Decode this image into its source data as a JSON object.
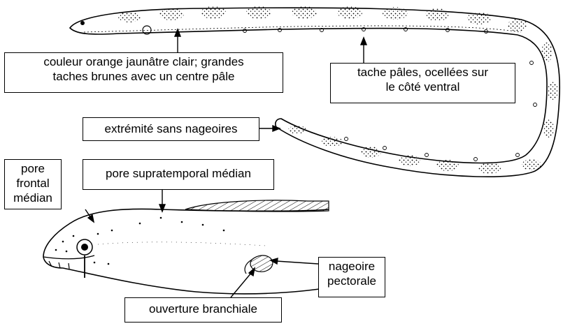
{
  "labels": {
    "color": [
      "couleur orange jaunâtre clair; grandes",
      "taches brunes avec un centre pâle"
    ],
    "ventral_spots": [
      "tache pâles, ocellées sur",
      "le côté ventral"
    ],
    "tail_tip": "extrémité sans nageoires",
    "frontal_pore": [
      "pore",
      "frontal",
      "médian"
    ],
    "supratemporal_pore": "pore supratemporal médian",
    "pectoral_fin": [
      "nageoire",
      "pectorale"
    ],
    "gill_opening": "ouverture branchiale"
  },
  "colors": {
    "ink": "#000000",
    "spot": "#2a2a2a",
    "background": "#ffffff"
  }
}
